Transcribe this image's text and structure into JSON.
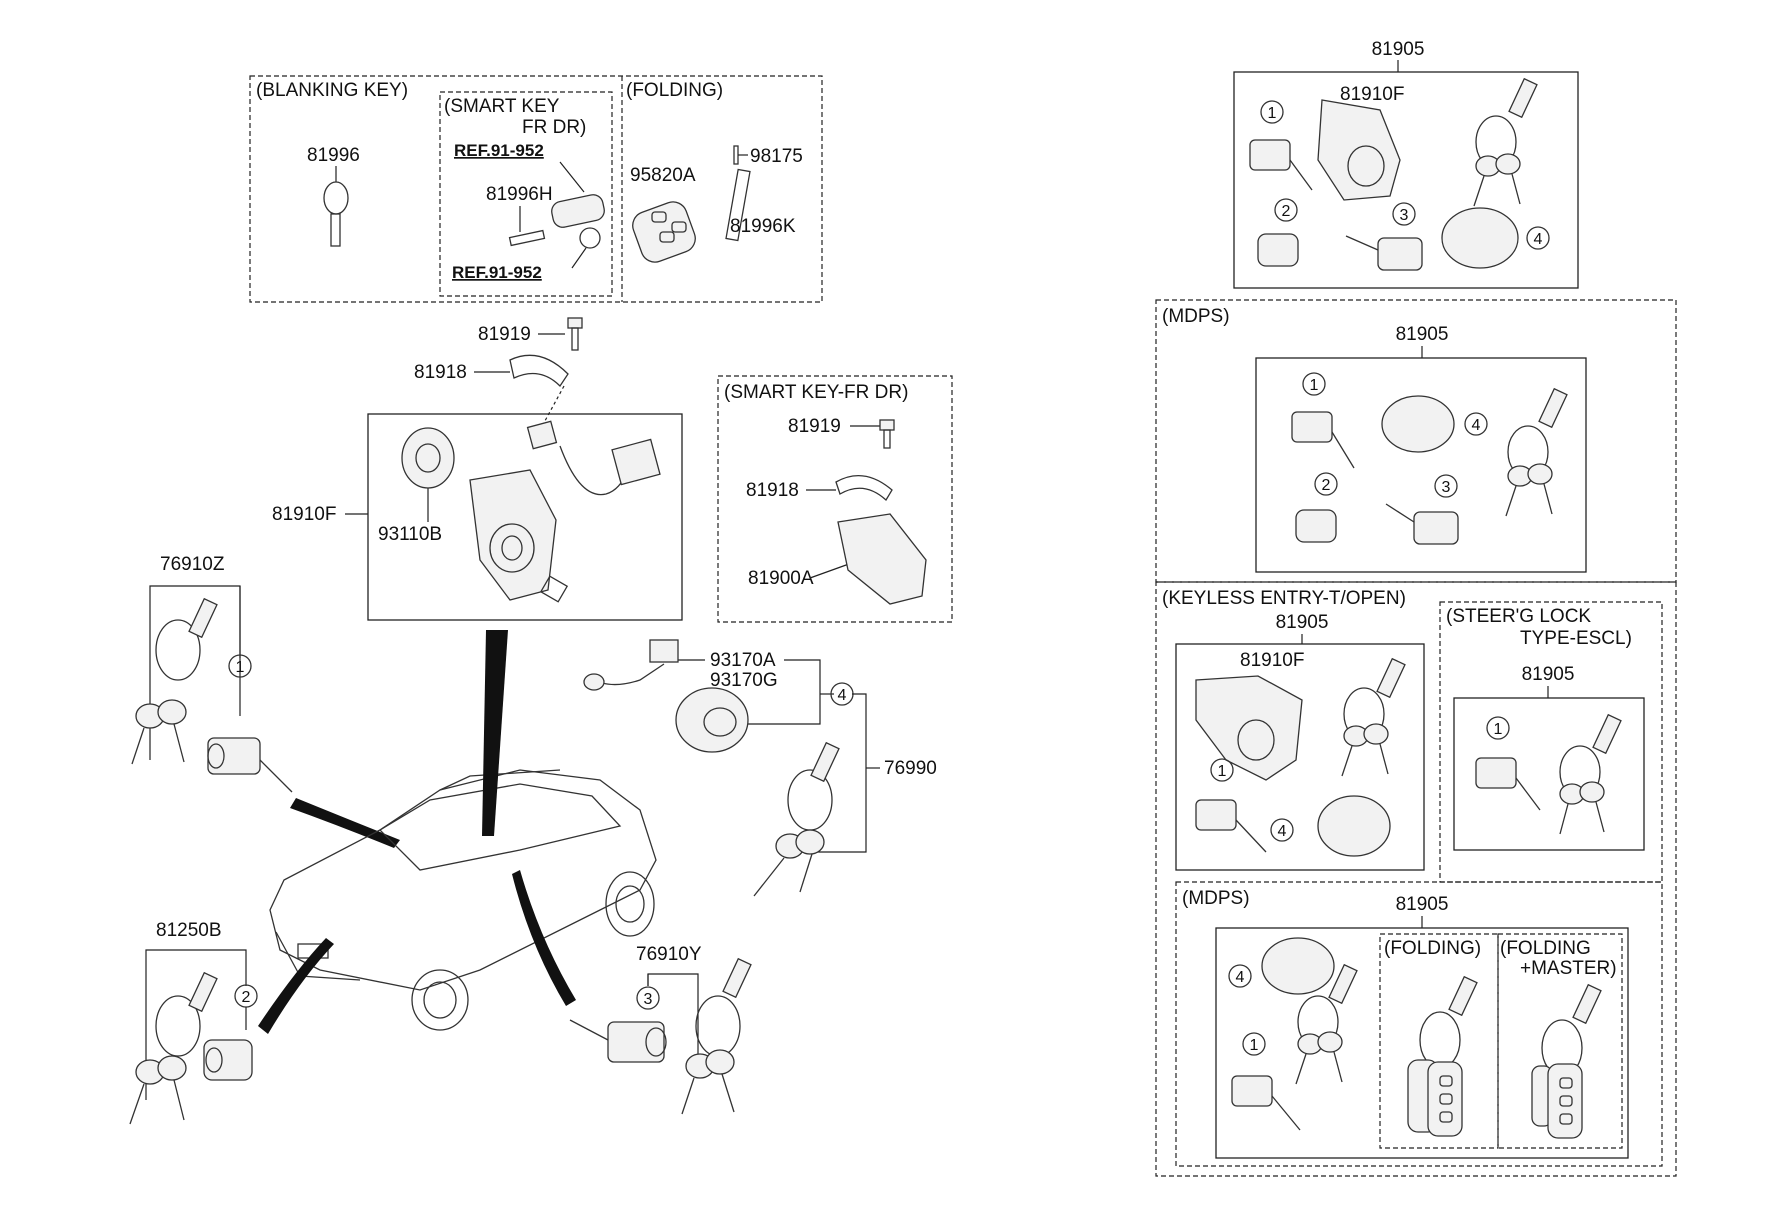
{
  "left": {
    "group_headers": {
      "blanking_key": "(BLANKING KEY)",
      "smart_key_line1": "(SMART KEY",
      "smart_key_line2": "FR DR)",
      "folding": "(FOLDING)",
      "smart_key_fr_dr": "(SMART KEY-FR DR)"
    },
    "refs": [
      "REF.91-952",
      "REF.91-952"
    ],
    "part_numbers": {
      "blank_key": "81996",
      "smart_key_blade": "81996H",
      "folding_key": "95820A",
      "pin": "98175",
      "folding_blade": "81996K",
      "screw": "81919",
      "bracket": "81918",
      "lock_assy": "81910F",
      "cylinder": "93110B",
      "screw_b": "81919",
      "bracket_b": "81918",
      "smart_housing": "81900A",
      "door_set_front": "76910Z",
      "immobilizer_a": "93170A",
      "immobilizer_g": "93170G",
      "key_set": "76990",
      "trunk_set": "81250B",
      "door_set_rear": "76910Y"
    },
    "callouts": [
      "1",
      "4",
      "2",
      "3"
    ]
  },
  "right": {
    "sets": [
      {
        "part": "81905",
        "sub": "81910F",
        "callouts": [
          "1",
          "2",
          "3",
          "4"
        ]
      },
      {
        "header": "(MDPS)",
        "part": "81905",
        "callouts": [
          "1",
          "4",
          "2",
          "3"
        ]
      },
      {
        "header": "(KEYLESS ENTRY-T/OPEN)",
        "part": "81905",
        "sub": "81910F",
        "callouts": [
          "1",
          "4"
        ]
      },
      {
        "header_line1": "(STEER'G LOCK",
        "header_line2": "TYPE-ESCL)",
        "part": "81905",
        "callouts": [
          "1"
        ]
      },
      {
        "header": "(MDPS)",
        "part": "81905",
        "callouts": [
          "4",
          "1"
        ],
        "sub_headers": {
          "folding": "(FOLDING)",
          "folding_master_line1": "(FOLDING",
          "folding_master_line2": "+MASTER)"
        }
      }
    ]
  }
}
